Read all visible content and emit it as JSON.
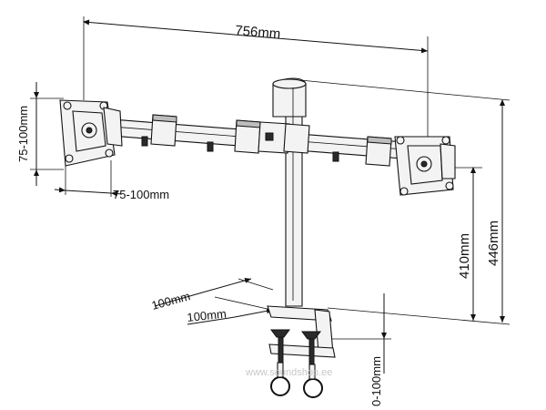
{
  "dimensions": {
    "overall_width": "756mm",
    "height_total": "446mm",
    "height_arm": "410mm",
    "vesa_vertical": "75-100mm",
    "vesa_horizontal": "75-100mm",
    "clamp_depth_upper": "100mm",
    "clamp_depth_lower": "100mm",
    "desk_thickness": "0-100mm"
  },
  "watermark": "www.soundshop.ee"
}
